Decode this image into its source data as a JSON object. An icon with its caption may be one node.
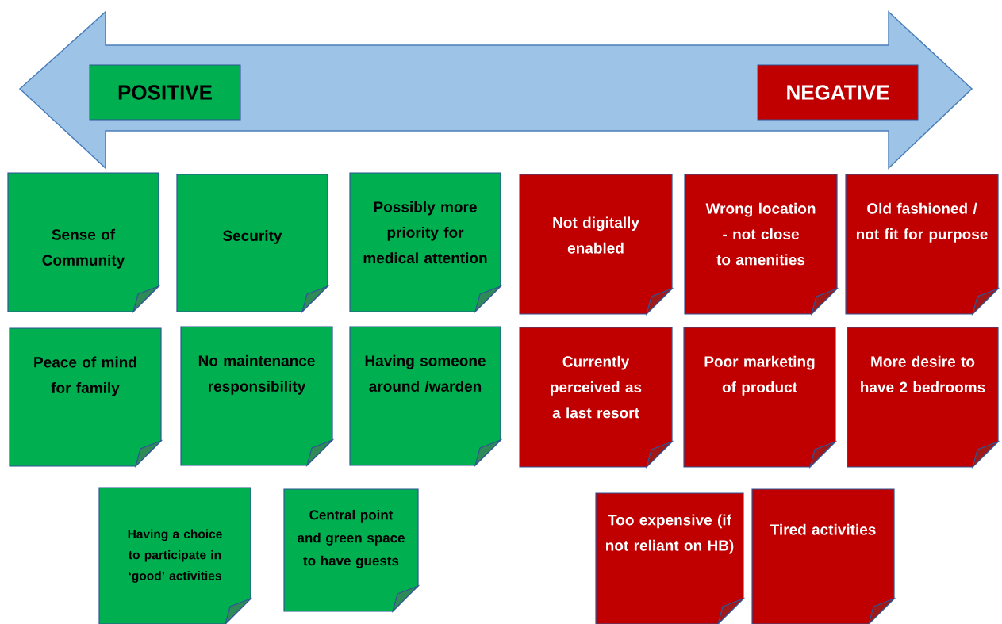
{
  "diagram": {
    "nodes": [
      {
        "text": [
          "POSITIVE"
        ]
      },
      {
        "text": [
          "NEGATIVE"
        ]
      },
      {
        "text": [
          "Sense of Community"
        ]
      },
      {
        "text": [
          "Security"
        ]
      },
      {
        "text": [
          "Possibly more priority for medical attention"
        ]
      },
      {
        "text": [
          "Not digitally enabled"
        ]
      },
      {
        "text": [
          "Wrong location - not close to amenities"
        ]
      },
      {
        "text": [
          "Old fashioned / not fit for purpose"
        ]
      },
      {
        "text": [
          "Peace of mind for family"
        ]
      },
      {
        "text": [
          "No maintenance responsibility"
        ]
      },
      {
        "text": [
          "Having someone around /warden"
        ]
      },
      {
        "text": [
          "Currently perceived as a last resort"
        ]
      },
      {
        "text": [
          "Poor marketing of product"
        ]
      },
      {
        "text": [
          "More desire to have 2 bedrooms"
        ]
      },
      {
        "text": [
          "Having a choice to participate in ‘good’ activities"
        ]
      },
      {
        "text": [
          "Central point and green space to have guests"
        ]
      },
      {
        "text": [
          "Too expensive (if not reliant on HB)"
        ]
      },
      {
        "text": [
          "Tired activities"
        ]
      }
    ]
  }
}
